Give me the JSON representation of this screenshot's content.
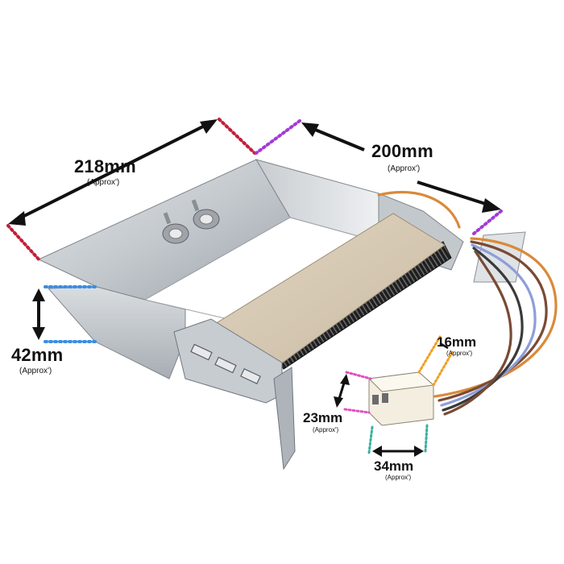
{
  "dimensions": {
    "width_218": {
      "value": "218mm",
      "note": "(Approx')",
      "color": "#c1203a"
    },
    "depth_200": {
      "value": "200mm",
      "note": "(Approx')",
      "color": "#a23ad6"
    },
    "height_42": {
      "value": "42mm",
      "note": "(Approx')",
      "color": "#3a8ee0"
    },
    "plug_16": {
      "value": "16mm",
      "note": "(Approx')",
      "color": "#f0a022"
    },
    "plug_23": {
      "value": "23mm",
      "note": "(Approx')",
      "color": "#e04fc0"
    },
    "plug_34": {
      "value": "34mm",
      "note": "(Approx')",
      "color": "#3ab0a0"
    }
  },
  "colors": {
    "arrow": "#111111",
    "metal_light": "#d4d8dc",
    "metal_mid": "#b7bcc2",
    "metal_dark": "#8e949a",
    "mica": "#d8cbb6",
    "coil": "#2a2a2a",
    "plug": "#f3eee0",
    "wire_brown": "#7a4a35",
    "wire_blue": "#8e9ed8",
    "wire_orange": "#d98a3a",
    "wire_black": "#3a3a3a"
  }
}
